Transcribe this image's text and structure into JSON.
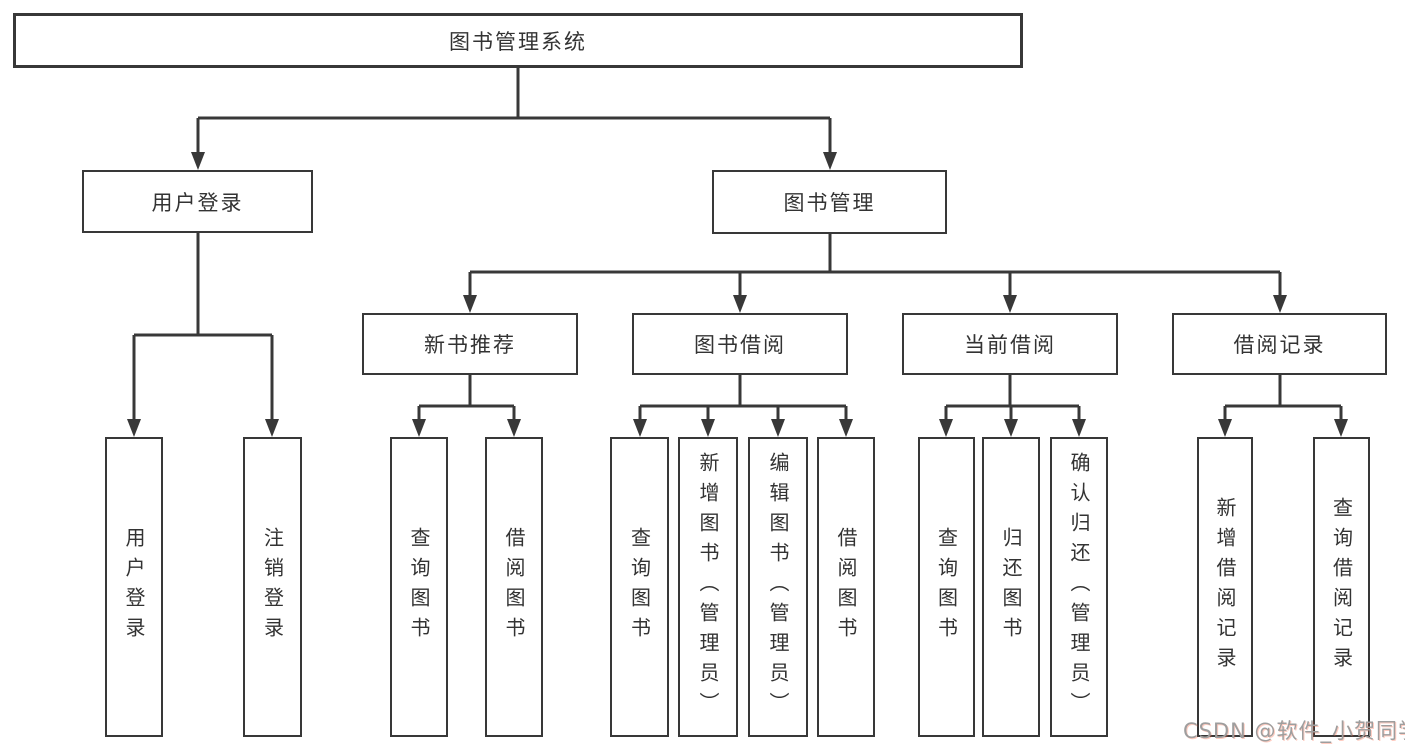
{
  "diagram": {
    "root": {
      "label": "图书管理系统"
    },
    "branches": [
      {
        "label": "用户登录",
        "children": [
          {
            "label": "用户登录"
          },
          {
            "label": "注销登录"
          }
        ]
      },
      {
        "label": "图书管理",
        "children": [
          {
            "label": "新书推荐",
            "children": [
              {
                "label": "查询图书"
              },
              {
                "label": "借阅图书"
              }
            ]
          },
          {
            "label": "图书借阅",
            "children": [
              {
                "label": "查询图书"
              },
              {
                "label": "新增图书（管理员）"
              },
              {
                "label": "编辑图书（管理员）"
              },
              {
                "label": "借阅图书"
              }
            ]
          },
          {
            "label": "当前借阅",
            "children": [
              {
                "label": "查询图书"
              },
              {
                "label": "归还图书"
              },
              {
                "label": "确认归还（管理员）"
              }
            ]
          },
          {
            "label": "借阅记录",
            "children": [
              {
                "label": "新增借阅记录"
              },
              {
                "label": "查询借阅记录"
              }
            ]
          }
        ]
      }
    ]
  },
  "colors": {
    "line": "#383838",
    "text": "#333333",
    "watermark_gray": "#9e9e9e",
    "watermark_red": "#fc5531",
    "background": "#ffffff"
  },
  "watermark": {
    "text": "CSDN @软件_小贺同学"
  }
}
